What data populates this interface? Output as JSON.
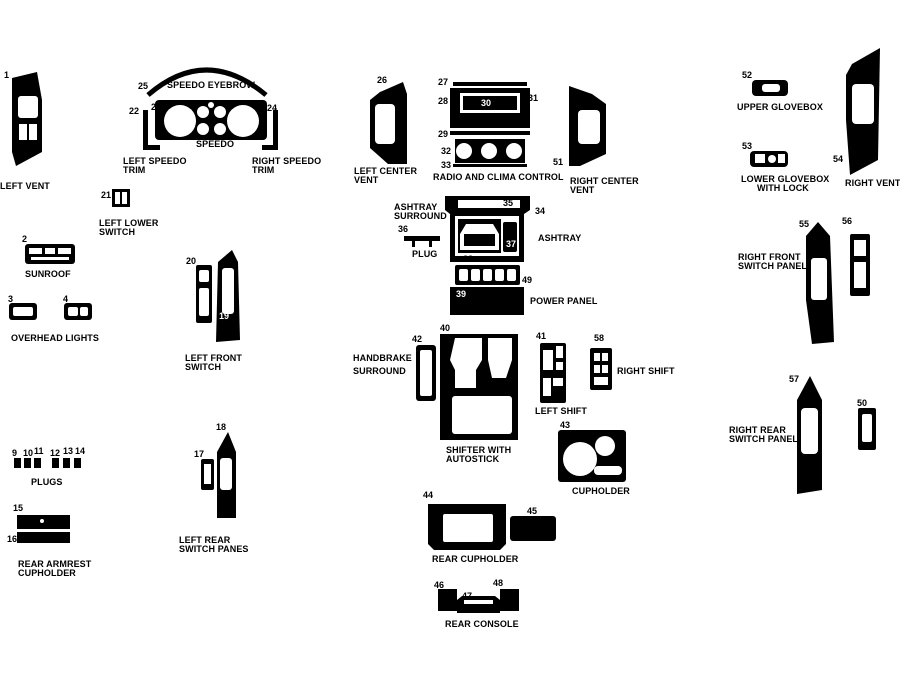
{
  "colors": {
    "part": "#000000",
    "cutout": "#ffffff",
    "background": "#ffffff"
  },
  "numbers": {
    "n1": "1",
    "n2": "2",
    "n3": "3",
    "n4": "4",
    "n9": "9",
    "n10": "10",
    "n11": "11",
    "n12": "12",
    "n13": "13",
    "n14": "14",
    "n15": "15",
    "n16": "16",
    "n17": "17",
    "n18": "18",
    "n19": "19",
    "n20": "20",
    "n21": "21",
    "n22": "22",
    "n23": "23",
    "n24": "24",
    "n25": "25",
    "n26": "26",
    "n27": "27",
    "n28": "28",
    "n29": "29",
    "n30": "30",
    "n31": "31",
    "n32": "32",
    "n33": "33",
    "n34": "34",
    "n35": "35",
    "n36": "36",
    "n37": "37",
    "n38": "38",
    "n39": "39",
    "n40": "40",
    "n41": "41",
    "n42": "42",
    "n43": "43",
    "n44": "44",
    "n45": "45",
    "n46": "46",
    "n47": "47",
    "n48": "48",
    "n49": "49",
    "n50": "50",
    "n51": "51",
    "n52": "52",
    "n53": "53",
    "n54": "54",
    "n55": "55",
    "n56": "56",
    "n57": "57",
    "n58": "58"
  },
  "labels": {
    "left_vent": "LEFT VENT",
    "speedo_eyebrow": "SPEEDO EYEBROW",
    "speedo": "SPEEDO",
    "left_speedo_trim_1": "LEFT SPEEDO",
    "left_speedo_trim_2": "TRIM",
    "right_speedo_trim_1": "RIGHT SPEEDO",
    "right_speedo_trim_2": "TRIM",
    "left_center_vent_1": "LEFT CENTER",
    "left_center_vent_2": "VENT",
    "radio_clima": "RADIO AND CLIMA CONTROL",
    "right_center_vent_1": "RIGHT CENTER",
    "right_center_vent_2": "VENT",
    "upper_glovebox": "UPPER GLOVEBOX",
    "lower_glovebox_1": "LOWER GLOVEBOX",
    "lower_glovebox_2": "WITH LOCK",
    "right_vent": "RIGHT VENT",
    "left_lower_switch_1": "LEFT LOWER",
    "left_lower_switch_2": "SWITCH",
    "sunroof": "SUNROOF",
    "overhead_lights": "OVERHEAD LIGHTS",
    "ashtray_surround_1": "ASHTRAY",
    "ashtray_surround_2": "SURROUND",
    "ashtray": "ASHTRAY",
    "plug": "PLUG",
    "power_panel": "POWER PANEL",
    "right_front_switch_1": "RIGHT FRONT",
    "right_front_switch_2": "SWITCH PANEL",
    "left_front_switch_1": "LEFT FRONT",
    "left_front_switch_2": "SWITCH",
    "handbrake_1": "HANDBRAKE",
    "handbrake_2": "SURROUND",
    "right_shift": "RIGHT SHIFT",
    "left_shift": "LEFT SHIFT",
    "shifter_1": "SHIFTER WITH",
    "shifter_2": "AUTOSTICK",
    "right_rear_switch_1": "RIGHT REAR",
    "right_rear_switch_2": "SWITCH PANEL",
    "plugs": "PLUGS",
    "cupholder": "CUPHOLDER",
    "left_rear_switch_1": "LEFT REAR",
    "left_rear_switch_2": "SWITCH PANES",
    "rear_armrest_1": "REAR ARMREST",
    "rear_armrest_2": "CUPHOLDER",
    "rear_cupholder": "REAR CUPHOLDER",
    "rear_console": "REAR CONSOLE"
  }
}
